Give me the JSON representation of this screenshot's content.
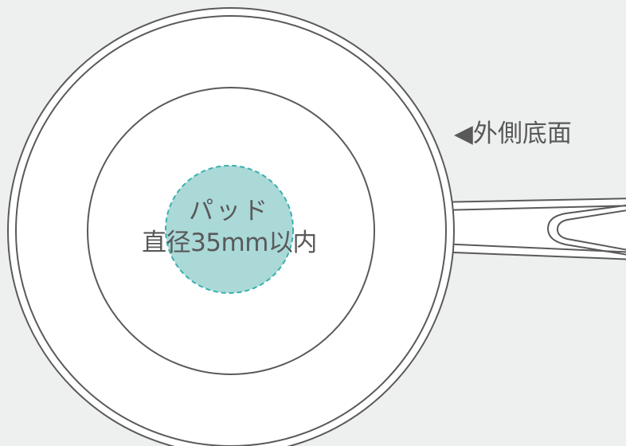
{
  "diagram": {
    "pad_label": {
      "line1": "パッド",
      "line2": "直径35mm以内"
    },
    "outer_bottom_label": "◀外側底面",
    "colors": {
      "background": "#eeefef",
      "outline": "#5a5a5a",
      "pan_fill": "#ffffff",
      "pad_fill": "#aad9d8",
      "pad_border": "#3bb0ad",
      "text": "#595959"
    }
  }
}
